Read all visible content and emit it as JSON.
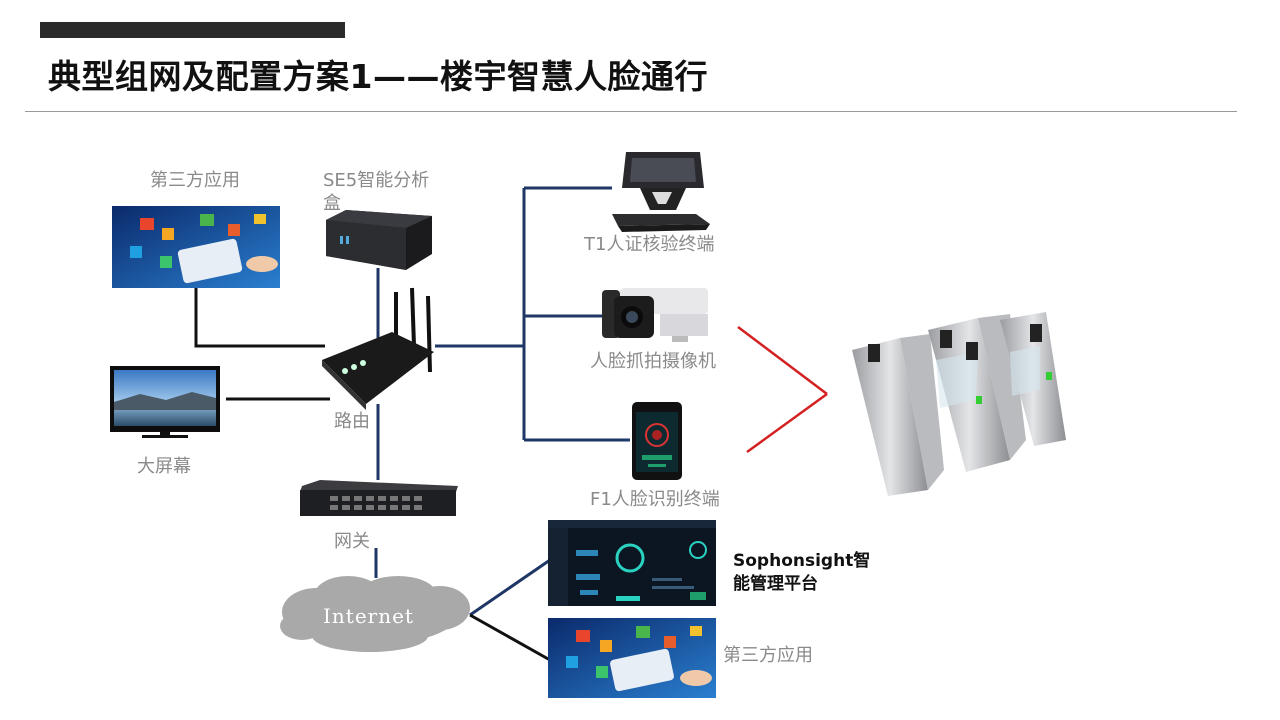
{
  "slide": {
    "title": "典型组网及配置方案1——楼宇智慧人脸通行"
  },
  "nodes": {
    "third_party_app_top": "第三方应用",
    "se5_box_line1": "SE5智能分析",
    "se5_box_line2": "盒",
    "t1_terminal": "T1人证核验终端",
    "face_camera": "人脸抓拍摄像机",
    "router": "路由",
    "big_screen": "大屏幕",
    "f1_terminal": "F1人脸识别终端",
    "gateway": "网关",
    "internet": "Internet",
    "sophonsight_line1": "Sophonsight智",
    "sophonsight_line2": "能管理平台",
    "third_party_app_bottom": "第三方应用"
  },
  "colors": {
    "navy_link": "#1f3766",
    "black_link": "#111111",
    "red_link": "#d42020"
  }
}
